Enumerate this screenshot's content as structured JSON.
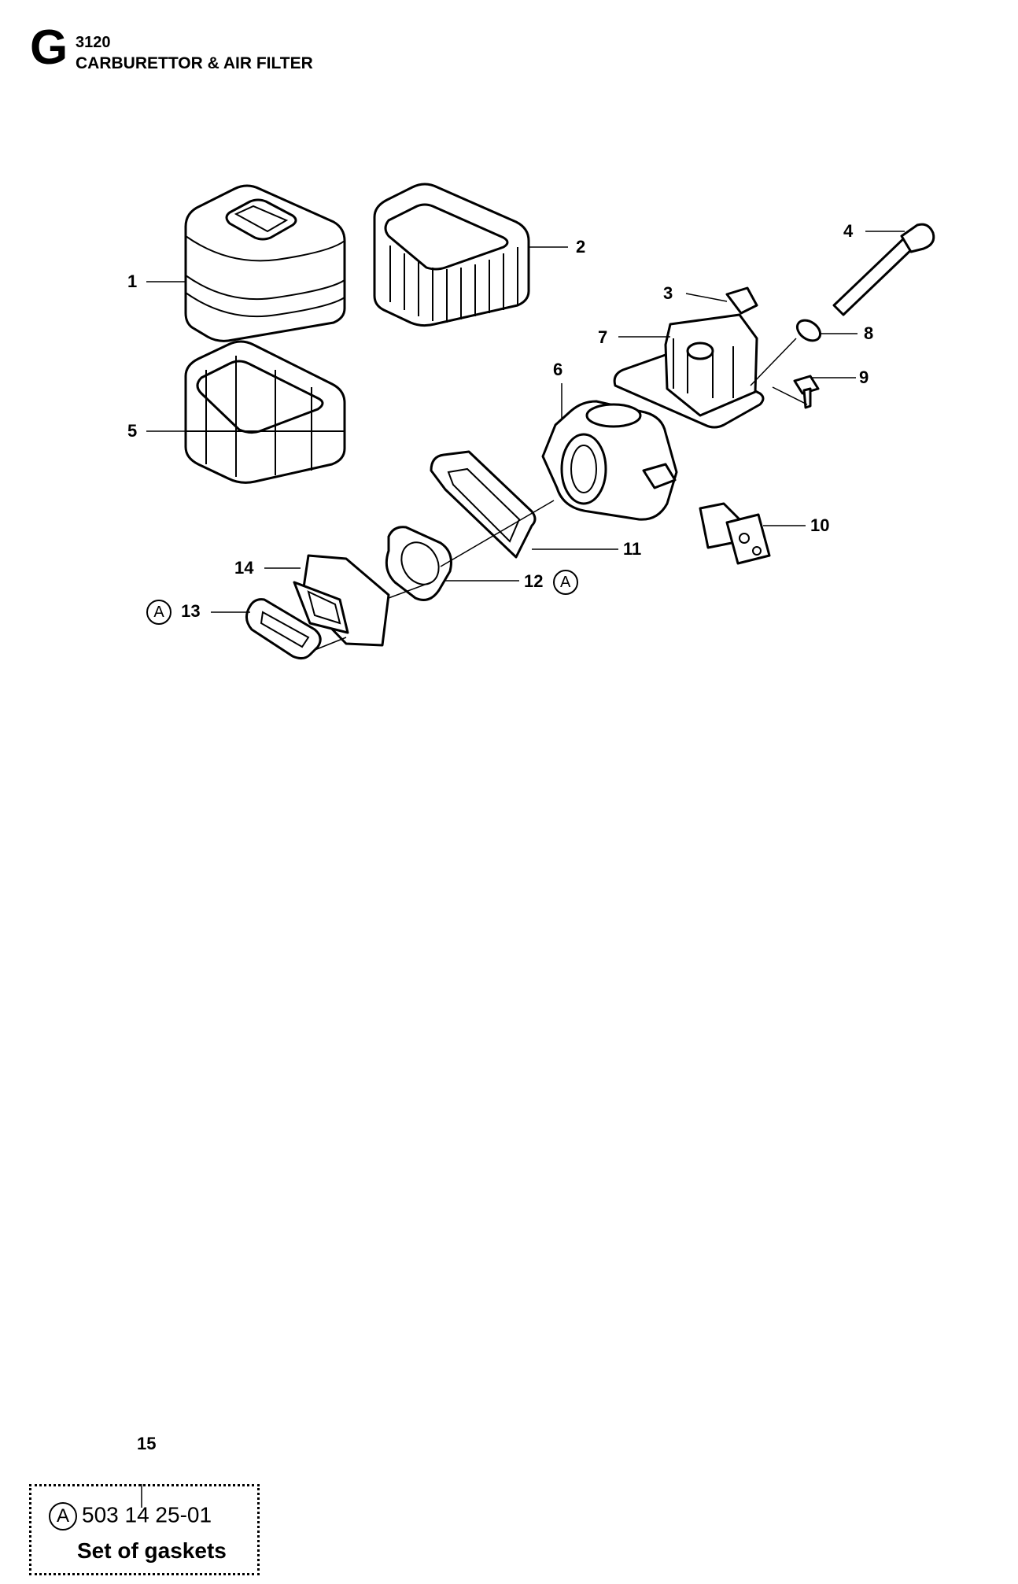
{
  "header": {
    "letter": "G",
    "code": "3120",
    "title": "CARBURETTOR & AIR FILTER"
  },
  "parts": [
    {
      "num": "1"
    },
    {
      "num": "2"
    },
    {
      "num": "3"
    },
    {
      "num": "4"
    },
    {
      "num": "5"
    },
    {
      "num": "6"
    },
    {
      "num": "7"
    },
    {
      "num": "8"
    },
    {
      "num": "9"
    },
    {
      "num": "10"
    },
    {
      "num": "11"
    },
    {
      "num": "12",
      "marker": "A"
    },
    {
      "num": "13",
      "marker": "A"
    },
    {
      "num": "14"
    }
  ],
  "kit": {
    "num": "15",
    "marker": "A",
    "part_number": "503 14 25-01",
    "description": "Set of gaskets"
  }
}
